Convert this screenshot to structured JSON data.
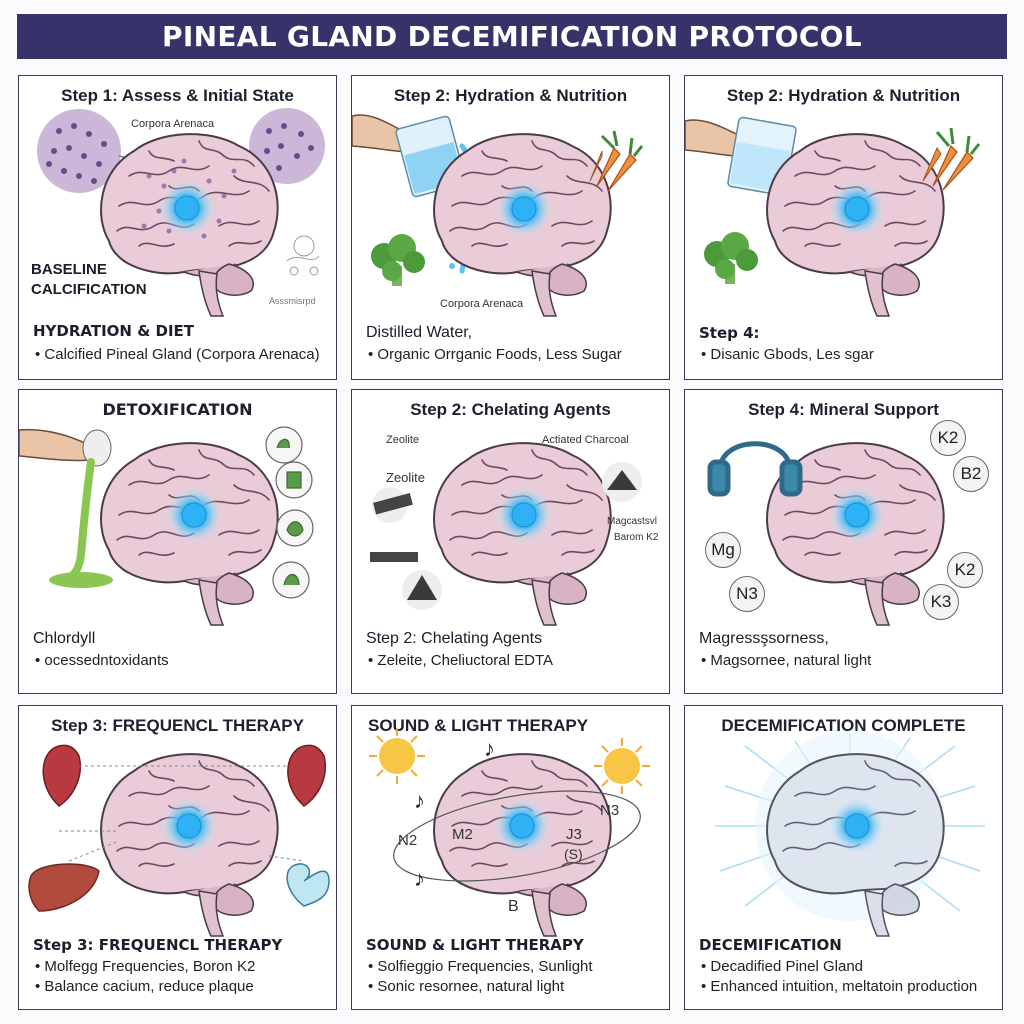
{
  "title": "PINEAL GLAND DECEMIFICATION PROTOCOL",
  "panels": [
    {
      "title": "Step 1: Assess & Initial State",
      "labels": {
        "top": "Corpora Arenaca",
        "big": [
          "BASELINE",
          "CALCIFICATION"
        ],
        "stamp": "Asssmisrpd"
      },
      "caption_title": "HYDRATION & DIET",
      "bullets": [
        "• Calcified Pineal Gland (Corpora Arenaca)"
      ]
    },
    {
      "title": "Step 2: Hydration & Nutrition",
      "labels": {
        "bottom": "Corpora Arenaca"
      },
      "caption_title": "Distilled Water,",
      "bullets": [
        "• Organic Orrganic Foods, Less Sugar"
      ]
    },
    {
      "title": "Step 2: Hydration & Nutrition",
      "caption_title": "Step 4:",
      "bullets": [
        "• Disanic Gbods, Les sgar"
      ]
    },
    {
      "title": "DETOXIFICATION",
      "caption_title": "Chlordyll",
      "bullets": [
        "• ocessedntoxidants"
      ]
    },
    {
      "title": "Step 2: Chelating Agents",
      "labels": {
        "zeolite_a": "Zeolite",
        "charcoal": "Actiated Charcoal",
        "zeolite_b": "Zeolite",
        "mag": "Magcastsvl",
        "boron": "Barom K2"
      },
      "caption_title": "Step 2: Chelating Agents",
      "bullets": [
        "• Zeleite, Cheliuctoral EDTA"
      ]
    },
    {
      "title": "Step 4: Mineral Support",
      "minerals": [
        "K2",
        "B2",
        "Mg",
        "K2",
        "N3",
        "K3"
      ],
      "caption_title": "Magressşsorness,",
      "bullets": [
        "• Magsornee, natural light"
      ]
    },
    {
      "title": "Step 3: FREQUENCL THERAPY",
      "caption_title": "Step 3: FREQUENCL THERAPY",
      "bullets": [
        "• Molfegg Frequencies, Boron K2",
        "• Balance cacium, reduce plaque"
      ]
    },
    {
      "title": "SOUND & LIGHT THERAPY",
      "labels": {
        "n2": "N2",
        "n3": "N3",
        "m2": "M2",
        "j3": "J3",
        "b": "B",
        "s": "(S)"
      },
      "caption_title": "SOUND & LIGHT THERAPY",
      "bullets": [
        "• Solfieggio Frequencies, Sunlight",
        "• Sonic resornee, natural light"
      ]
    },
    {
      "title": "DECEMIFICATION COMPLETE",
      "caption_title": "DECEMIFICATION",
      "bullets": [
        "• Decadified Pinel Gland",
        "• Enhanced intuition, meltatoin production"
      ]
    }
  ],
  "colors": {
    "banner": "#36336a",
    "brain": "#e8c9d4",
    "glow": "#3ab7f0",
    "border": "#3d3a5e"
  }
}
